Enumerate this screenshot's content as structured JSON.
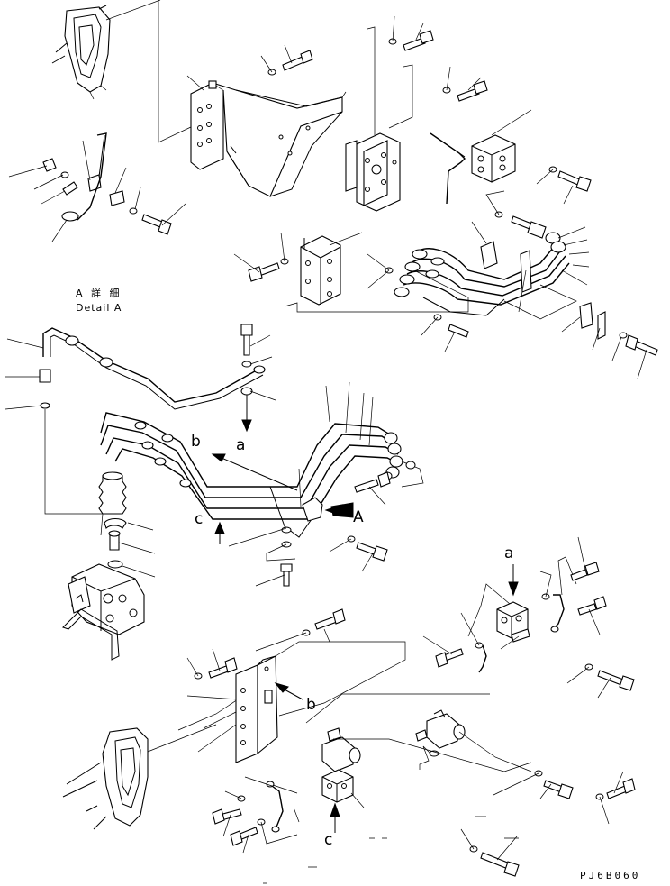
{
  "detail": {
    "title_jp": "A 詳 細",
    "title_en": "Detail A"
  },
  "view_labels": {
    "a_top": "a",
    "b_top": "b",
    "c_top": "c",
    "A_arrow": "A",
    "a_bottom": "a",
    "b_bottom": "b",
    "c_bottom": "c"
  },
  "drawing_code": "PJ6B060",
  "icons": [
    "pedal-icon",
    "valve-block-icon",
    "bolt-icon",
    "washer-icon",
    "hose-icon",
    "bracket-icon",
    "view-arrow-icon"
  ]
}
